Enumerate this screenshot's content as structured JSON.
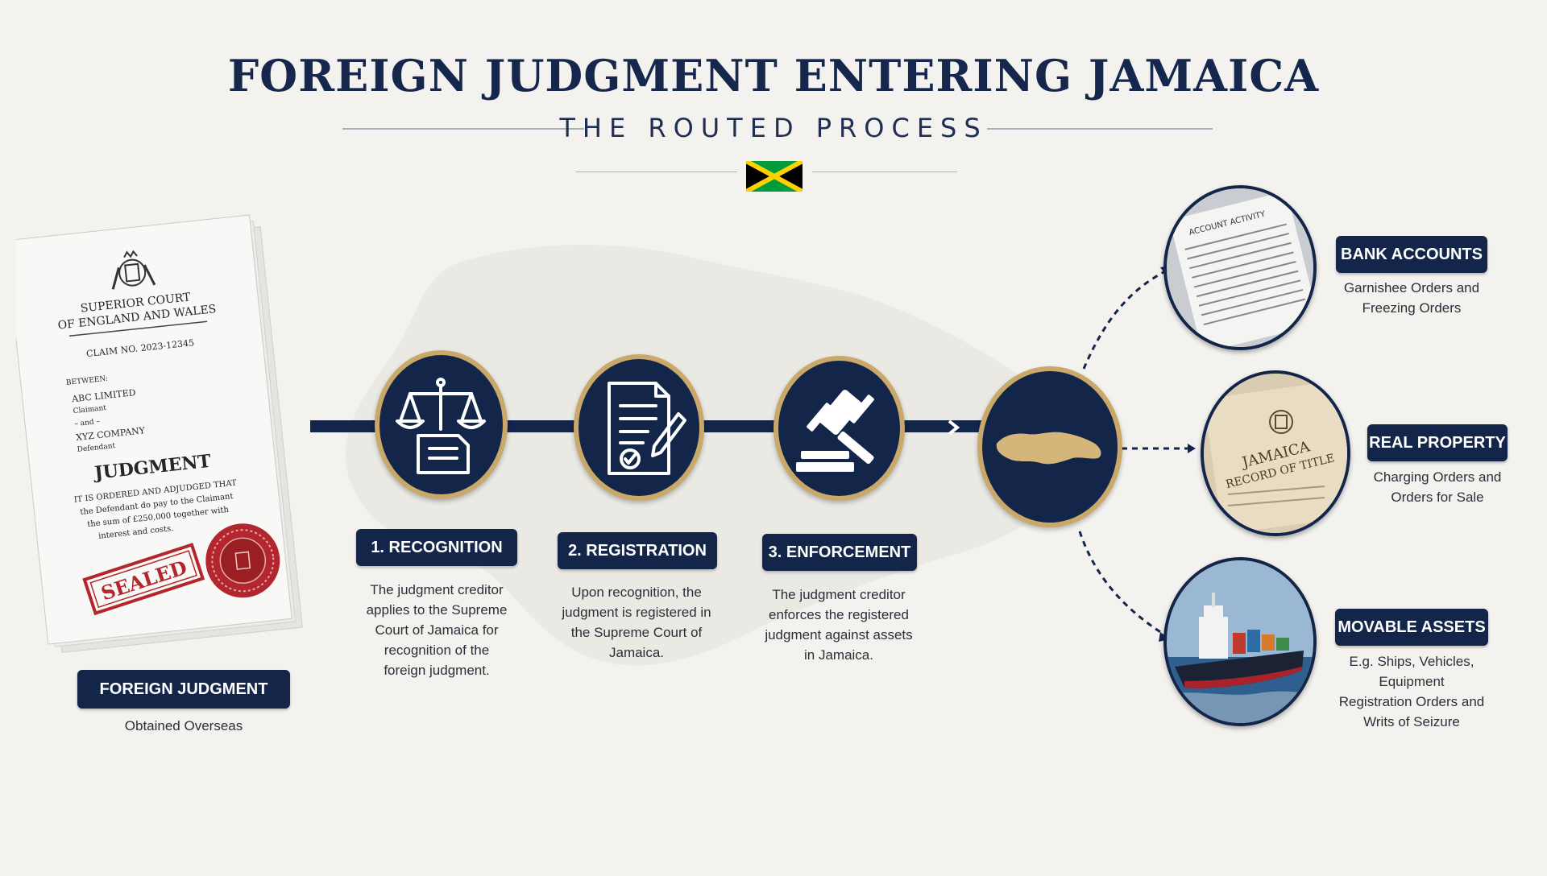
{
  "header": {
    "title": "FOREIGN JUDGMENT ENTERING JAMAICA",
    "subtitle": "THE ROUTED PROCESS"
  },
  "document": {
    "court_line1": "SUPERIOR COURT",
    "court_line2": "OF ENGLAND AND WALES",
    "claim_no": "CLAIM NO. 2023-12345",
    "between": "BETWEEN:",
    "claimant_name": "ABC LIMITED",
    "claimant_role": "Claimant",
    "and": "– and –",
    "defendant_name": "XYZ COMPANY",
    "defendant_role": "Defendant",
    "heading": "JUDGMENT",
    "body_line1": "IT IS ORDERED AND ADJUDGED THAT",
    "body_line2": "the Defendant do pay to the Claimant",
    "body_line3": "the sum of £250,000 together with",
    "body_line4": "interest and costs.",
    "stamp": "SEALED"
  },
  "origin": {
    "label": "FOREIGN JUDGMENT",
    "desc": "Obtained Overseas"
  },
  "steps": [
    {
      "label": "1. RECOGNITION",
      "desc_lines": [
        "The judgment creditor",
        "applies to the Supreme",
        "Court of Jamaica for",
        "recognition of the",
        "foreign judgment."
      ],
      "icon": "scales-icon"
    },
    {
      "label": "2. REGISTRATION",
      "desc_lines": [
        "Upon recognition, the",
        "judgment is registered in",
        "the Supreme Court of",
        "Jamaica."
      ],
      "icon": "document-check-icon"
    },
    {
      "label": "3. ENFORCEMENT",
      "desc_lines": [
        "The judgment creditor",
        "enforces the registered",
        "judgment against assets",
        "in Jamaica."
      ],
      "icon": "gavel-icon"
    }
  ],
  "hub": {
    "icon": "jamaica-map-icon"
  },
  "assets": [
    {
      "label": "BANK ACCOUNTS",
      "desc_lines": [
        "Garnishee Orders and",
        "Freezing Orders"
      ],
      "photo_text": "ACCOUNT ACTIVITY"
    },
    {
      "label": "REAL PROPERTY",
      "desc_lines": [
        "Charging Orders and",
        "Orders for Sale"
      ],
      "photo_text_line1": "JAMAICA",
      "photo_text_line2": "RECORD OF TITLE"
    },
    {
      "label": "MOVABLE ASSETS",
      "desc_lines": [
        "E.g. Ships, Vehicles,",
        "Equipment",
        "Registration Orders and",
        "Writs of Seizure"
      ],
      "photo_text": ""
    }
  ],
  "colors": {
    "navy": "#13264a",
    "gold": "#c9a869",
    "seal_red": "#b3262d",
    "flag_green": "#009b3a",
    "flag_gold": "#fed100",
    "flag_black": "#000000"
  }
}
